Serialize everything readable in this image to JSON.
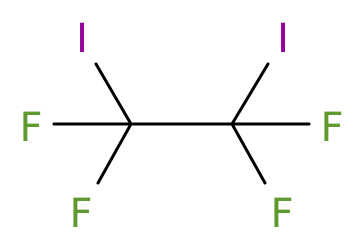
{
  "molecule": {
    "atoms": [
      {
        "id": "C1",
        "element": "C",
        "label": "",
        "color": "#000000"
      },
      {
        "id": "C2",
        "element": "C",
        "label": "",
        "color": "#000000"
      },
      {
        "id": "I1",
        "element": "I",
        "label": "I",
        "color": "#94009b"
      },
      {
        "id": "I2",
        "element": "I",
        "label": "I",
        "color": "#94009b"
      },
      {
        "id": "F1",
        "element": "F",
        "label": "F",
        "color": "#5e9a2e"
      },
      {
        "id": "F2",
        "element": "F",
        "label": "F",
        "color": "#5e9a2e"
      },
      {
        "id": "F3",
        "element": "F",
        "label": "F",
        "color": "#5e9a2e"
      },
      {
        "id": "F4",
        "element": "F",
        "label": "F",
        "color": "#5e9a2e"
      }
    ],
    "bonds": [
      {
        "from": "C1",
        "to": "C2",
        "order": 1
      },
      {
        "from": "C1",
        "to": "I1",
        "order": 1
      },
      {
        "from": "C1",
        "to": "F1",
        "order": 1
      },
      {
        "from": "C1",
        "to": "F2",
        "order": 1
      },
      {
        "from": "C2",
        "to": "I2",
        "order": 1
      },
      {
        "from": "C2",
        "to": "F3",
        "order": 1
      },
      {
        "from": "C2",
        "to": "F4",
        "order": 1
      }
    ],
    "bond_color": "#000000"
  }
}
